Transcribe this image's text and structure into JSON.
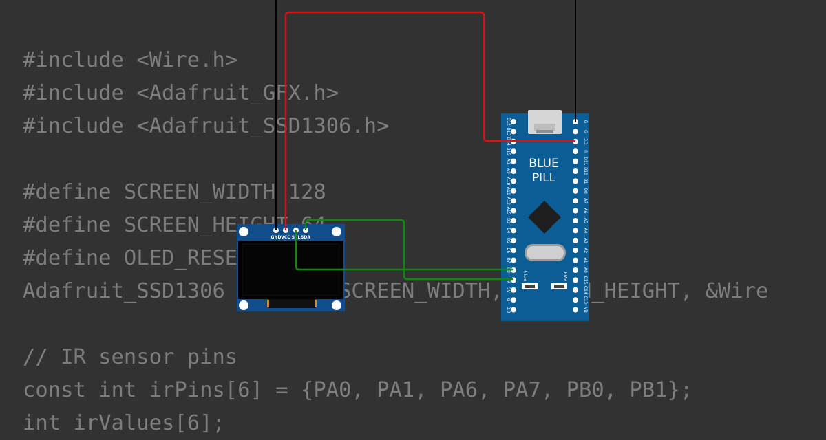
{
  "code_lines": [
    "#include <Wire.h>",
    "#include <Adafruit_GFX.h>",
    "#include <Adafruit_SSD1306.h>",
    "",
    "#define SCREEN_WIDTH 128",
    "#define SCREEN_HEIGHT 64",
    "#define OLED_RESET -1",
    "Adafruit_SSD1306 display(SCREEN_WIDTH, SCREEN_HEIGHT, &Wire",
    "",
    "// IR sensor pins",
    "const int irPins[6] = {PA0, PA1, PA6, PA7, PB0, PB1};",
    "int irValues[6];"
  ],
  "oled": {
    "pins": [
      "GND",
      "VCC",
      "SCL",
      "SDA"
    ]
  },
  "blue_pill": {
    "title_line1": "BLUE",
    "title_line2": "PILL",
    "left_pins": [
      "B12",
      "B13",
      "B14",
      "B15",
      "A8",
      "A9",
      "A10",
      "A11",
      "A12",
      "A15",
      "B3",
      "B4",
      "B5",
      "B6",
      "B7",
      "B8",
      "B9",
      "5V",
      "G",
      "3.3"
    ],
    "right_pins": [
      "G",
      "G",
      "3.3",
      "R",
      "B11",
      "B10",
      "B1",
      "B0",
      "A7",
      "A6",
      "A5",
      "A4",
      "A3",
      "A2",
      "A1",
      "A0",
      "C15",
      "C14",
      "C13",
      "VB"
    ],
    "led_label_1": "PC13",
    "led_label_2": "PWR"
  },
  "wires": {
    "gnd_color": "#000000",
    "vcc_color": "#dd1111",
    "i2c_color": "#118811"
  },
  "colors": {
    "background": "#323232",
    "code_text": "#7d7d7d",
    "board_blue": "#0b5d96",
    "oled_blue": "#114d8a"
  }
}
